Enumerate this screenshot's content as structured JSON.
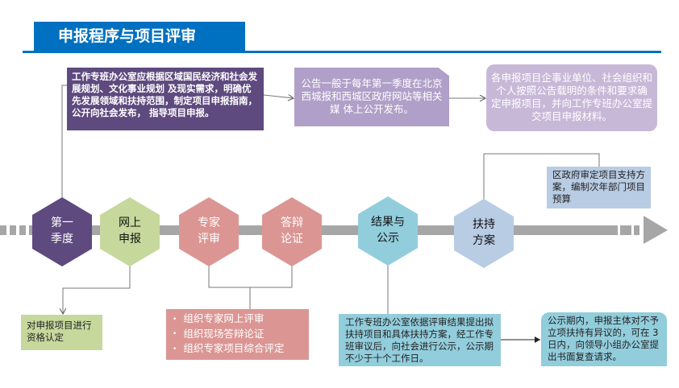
{
  "title": "申报程序与项目评审",
  "steps": [
    {
      "label1": "第一",
      "label2": "季度",
      "color": "#5e4a7e",
      "text": "#ffffff"
    },
    {
      "label1": "网上",
      "label2": "申报",
      "color": "#c6d89c",
      "text": "#111111"
    },
    {
      "label1": "专家",
      "label2": "评审",
      "color": "#db9694",
      "text": "#ffffff"
    },
    {
      "label1": "答辩",
      "label2": "论证",
      "color": "#db9694",
      "text": "#ffffff"
    },
    {
      "label1": "结果与",
      "label2": "公示",
      "color": "#92cddc",
      "text": "#111111"
    },
    {
      "label1": "扶持",
      "label2": "方案",
      "color": "#b8cce4",
      "text": "#111111"
    }
  ],
  "notes": {
    "guide": "工作专班办公室应根据区域国民经济和社会发展规划、文化事业规划 及现实需求，明确优先发展领域和扶持范围，制定项目申报指南，公开向社会发布， 指导项目申报。",
    "announce": "公告一般于每年第一季度在北京西城报和西城区政府网站等相关媒 体上公开发布。",
    "apply": "各申报项目企事业单位、社会组织和个人按照公告载明的条件和要求确 定申报项目，并向工作专班办公室提交项目申报材料。",
    "budget": "区政府审定项目支持方案，编制次年部门项目预算",
    "qualify": "对申报项目进行资格认定",
    "review": [
      "组织专家网上评审",
      "组织现场答辩论证",
      "组织专家项目综合评定"
    ],
    "publicize": "工作专班办公室依据评审结果提出拟扶持项目和具体扶持方案，经工作专班审议后，向社会进行公示，公示期不少于十个工作日。",
    "objection": "公示期内，申报主体对不予立项扶持有异议的，可在 3 日内，向领导小组办公室提出书面复查请求。"
  }
}
